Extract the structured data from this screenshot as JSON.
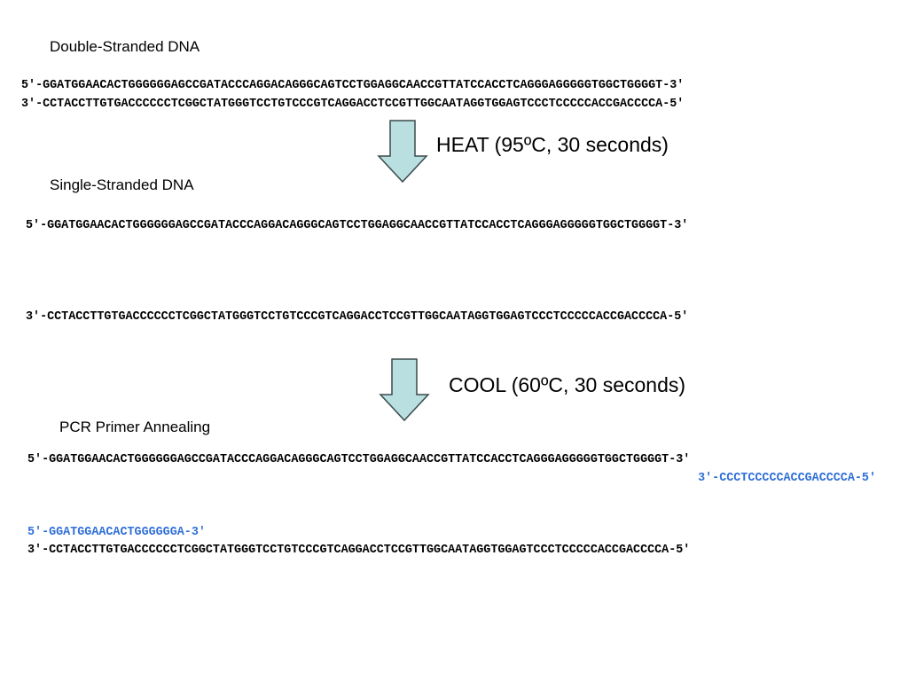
{
  "sections": {
    "double_stranded": {
      "title": "Double-Stranded DNA",
      "top_strand": "5′-GGATGGAACACTGGGGGGAGCCGATACCCAGGACAGGGCAGTCCTGGAGGCAACCGTTATCCACCTCAGGGAGGGGGTGGCTGGGGT-3′",
      "bottom_strand": "3′-CCTACCTTGTGACCCCCCTCGGCTATGGGTCCTGTCCCGTCAGGACCTCCGTTGGCAATAGGTGGAGTCCCTCCCCCACCGACCCCA-5′"
    },
    "heat_step": {
      "label": "HEAT (95ºC, 30 seconds)"
    },
    "single_stranded": {
      "title": "Single-Stranded DNA",
      "top_strand": "5′-GGATGGAACACTGGGGGGAGCCGATACCCAGGACAGGGCAGTCCTGGAGGCAACCGTTATCCACCTCAGGGAGGGGGTGGCTGGGGT-3′",
      "bottom_strand": "3′-CCTACCTTGTGACCCCCCTCGGCTATGGGTCCTGTCCCGTCAGGACCTCCGTTGGCAATAGGTGGAGTCCCTCCCCCACCGACCCCA-5′"
    },
    "cool_step": {
      "label": "COOL (60ºC, 30 seconds)"
    },
    "annealing": {
      "title": "PCR Primer Annealing",
      "top_strand": "5′-GGATGGAACACTGGGGGGAGCCGATACCCAGGACAGGGCAGTCCTGGAGGCAACCGTTATCCACCTCAGGGAGGGGGTGGCTGGGGT-3′",
      "reverse_primer": "3′-CCCTCCCCCACCGACCCCA-5′",
      "forward_primer": "5′-GGATGGAACACTGGGGGGA-3′",
      "bottom_strand": "3′-CCTACCTTGTGACCCCCCTCGGCTATGGGTCCTGTCCCGTCAGGACCTCCGTTGGCAATAGGTGGAGTCCCTCCCCCACCGACCCCA-5′"
    }
  },
  "colors": {
    "primer": "#2f6fd6",
    "arrow_fill": "#b9dfe0",
    "arrow_stroke": "#3a4a4a",
    "text": "#000000"
  },
  "icons": {
    "step_arrow": "down-arrow-icon"
  }
}
